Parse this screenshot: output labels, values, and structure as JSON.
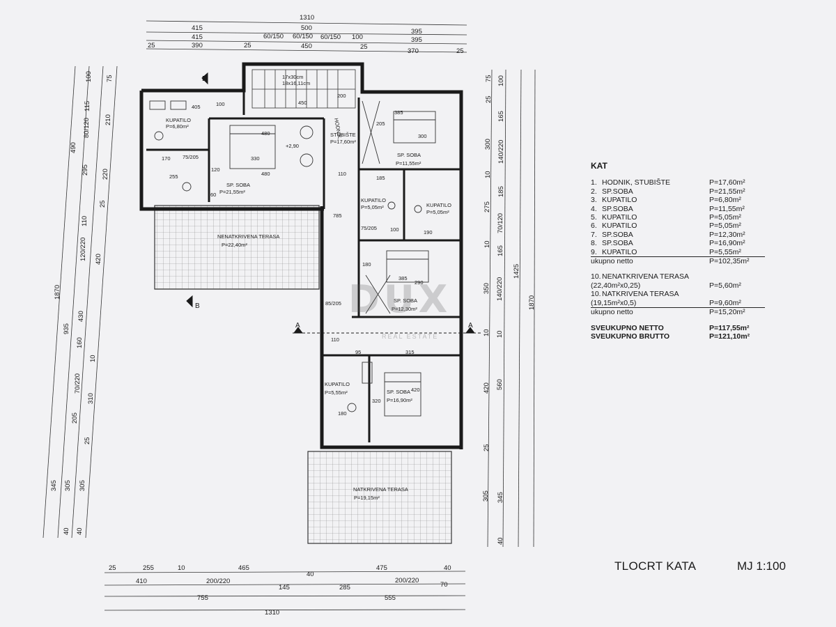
{
  "plan": {
    "title": "TLOCRT KATA",
    "scale": "MJ 1:100",
    "watermark": "DUX",
    "watermark_sub": "REAL ESTATE"
  },
  "legend": {
    "heading": "KAT",
    "rooms": [
      {
        "no": "1.",
        "name": "HODNIK, STUBIŠTE",
        "area": "P=17,60m²"
      },
      {
        "no": "2.",
        "name": "SP.SOBA",
        "area": "P=21,55m²"
      },
      {
        "no": "3.",
        "name": "KUPATILO",
        "area": "P=6,80m²"
      },
      {
        "no": "4.",
        "name": "SP.SOBA",
        "area": "P=11,55m²"
      },
      {
        "no": "5.",
        "name": "KUPATILO",
        "area": "P=5,05m²"
      },
      {
        "no": "6.",
        "name": "KUPATILO",
        "area": "P=5,05m²"
      },
      {
        "no": "7.",
        "name": "SP.SOBA",
        "area": "P=12,30m²"
      },
      {
        "no": "8.",
        "name": "SP.SOBA",
        "area": "P=16,90m²"
      },
      {
        "no": "9.",
        "name": "KUPATILO",
        "area": "P=5,55m²"
      }
    ],
    "netto_label": "ukupno netto",
    "netto_value": "P=102,35m²",
    "terraces": [
      {
        "no": "10.",
        "name": "NENATKRIVENA TERASA",
        "calc": "(22,40m²x0,25)",
        "area": "P=5,60m²"
      },
      {
        "no": "10.",
        "name": "NATKRIVENA TERASA",
        "calc": "(19,15m²x0,5)",
        "area": "P=9,60m²"
      }
    ],
    "terrace_netto_label": "ukupno netto",
    "terrace_netto_value": "P=15,20m²",
    "total_netto_label": "SVEUKUPNO NETTO",
    "total_netto_value": "P=117,55m²",
    "total_brutto_label": "SVEUKUPNO BRUTTO",
    "total_brutto_value": "P=121,10m²"
  },
  "room_labels": {
    "kupatilo3": "KUPATILO",
    "kupatilo3_area": "P=6,80m²",
    "soba2": "SP. SOBA",
    "soba2_area": "P=21,55m²",
    "hodnik": "HODNIK,",
    "hodnik2": "STUBIŠTE",
    "hodnik_area": "P=17,60m²",
    "soba4": "SP. SOBA",
    "soba4_area": "P=11,55m²",
    "kup5": "KUPATILO",
    "kup5_area": "P=5,05m²",
    "kup6": "KUPATILO",
    "kup6_area": "P=5,05m²",
    "soba7": "SP. SOBA",
    "soba7_area": "P=12,30m²",
    "kup9": "KUPATILO",
    "kup9_area": "P=5,55m²",
    "soba8": "SP. SOBA",
    "soba8_area": "P=16,90m²",
    "ter_open": "NENATKRIVENA TERASA",
    "ter_open_area": "P=22,40m²",
    "ter_cov": "NATKRIVENA TERASA",
    "ter_cov_area": "P=19,15m²",
    "level": "+2,90",
    "stair": "18x16,11cm",
    "stair2": "17x30cm",
    "sectionA": "A",
    "sectionB": "B"
  },
  "dims_top": {
    "r1": [
      "1310"
    ],
    "r2": [
      "415",
      "500",
      "395"
    ],
    "r3": [
      "415",
      "60/150",
      "60/150",
      "60/150",
      "100",
      "395"
    ],
    "r4": [
      "25",
      "390",
      "25",
      "450",
      "25",
      "370",
      "25"
    ]
  },
  "dims_bottom": {
    "r1": [
      "25",
      "255",
      "10",
      "465",
      "40",
      "475",
      "40"
    ],
    "r2": [
      "410",
      "200/220",
      "145",
      "285",
      "200/220",
      "70"
    ],
    "r3": [
      "755",
      "555"
    ],
    "r4": [
      "1310"
    ]
  },
  "dims_left": {
    "outer": "1870",
    "mid": [
      "490",
      "935",
      "345"
    ],
    "inner": [
      "100",
      "115",
      "80/120",
      "295",
      "110",
      "120/220",
      "430",
      "160",
      "70/220",
      "205",
      "305",
      "40"
    ],
    "innermost": [
      "75",
      "210",
      "220",
      "25",
      "420",
      "10",
      "310",
      "25",
      "305",
      "40"
    ]
  },
  "dims_right": {
    "outer": "1870",
    "mid": [
      "1425"
    ],
    "inner": [
      "100",
      "165",
      "140/220",
      "185",
      "70/120",
      "165",
      "140/220",
      "10",
      "560",
      "345",
      "40"
    ],
    "innermost": [
      "75",
      "25",
      "300",
      "10",
      "275",
      "10",
      "350",
      "10",
      "420",
      "25",
      "305"
    ]
  },
  "interior_dims": {
    "a": "405",
    "b": "100",
    "c": "480",
    "d": "330",
    "e": "480",
    "f": "255",
    "g": "170",
    "h": "75/205",
    "i": "120",
    "j": "450",
    "k": "200",
    "l": "385",
    "m": "300",
    "n": "205",
    "o": "185",
    "p": "785",
    "q": "110",
    "r": "385",
    "s": "290",
    "t": "180",
    "u": "315",
    "v": "95",
    "w": "420",
    "x": "320",
    "y": "180",
    "z": "85/205",
    "aa": "110",
    "ab": "75/205",
    "ac": "190",
    "ad": "100",
    "ae": "60"
  }
}
